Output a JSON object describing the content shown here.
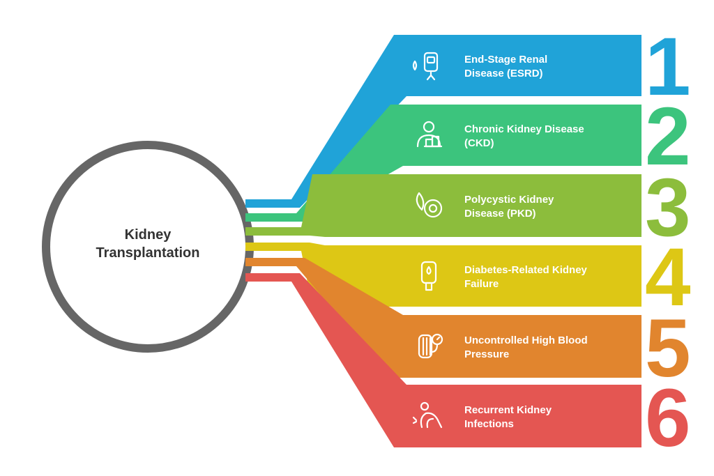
{
  "center": {
    "line1": "Kidney",
    "line2": "Transplantation"
  },
  "items": [
    {
      "number": "1",
      "line1": "End-Stage Renal",
      "line2": "Disease (ESRD)",
      "color": "#20a3d8",
      "icon": "iv-bag-icon"
    },
    {
      "number": "2",
      "line1": "Chronic Kidney Disease",
      "line2": "(CKD)",
      "color": "#3cc47d",
      "icon": "sick-person-icon"
    },
    {
      "number": "3",
      "line1": "Polycystic Kidney",
      "line2": "Disease (PKD)",
      "color": "#8cbd3c",
      "icon": "cyst-drop-icon"
    },
    {
      "number": "4",
      "line1": "Diabetes-Related Kidney",
      "line2": "Failure",
      "color": "#ddc715",
      "icon": "glucose-meter-icon"
    },
    {
      "number": "5",
      "line1": "Uncontrolled High Blood",
      "line2": "Pressure",
      "color": "#e1852e",
      "icon": "blood-pressure-cuff-icon"
    },
    {
      "number": "6",
      "line1": "Recurrent Kidney",
      "line2": "Infections",
      "color": "#e45652",
      "icon": "crawling-person-icon"
    }
  ],
  "colors": {
    "circle_ring": "#666666",
    "number_fill": "#ffffff"
  }
}
